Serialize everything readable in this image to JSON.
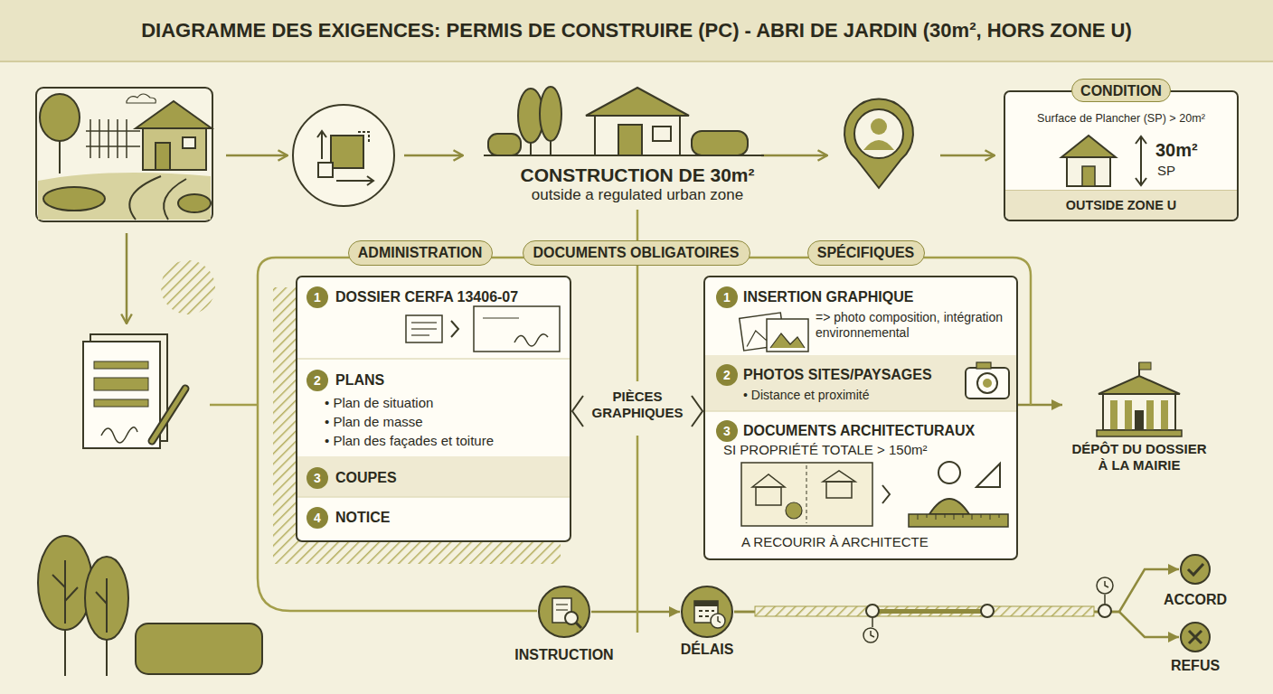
{
  "diagram": {
    "title": "DIAGRAMME DES EXIGENCES: PERMIS DE CONSTRUIRE (PC) - ABRI DE JARDIN (30m², HORS ZONE U)",
    "nodes": [
      {
        "text": [
          "CONDITION",
          "Surface de Plancher (SP) > 20m²",
          "30m²",
          "SP",
          "OUTSIDE ZONE U"
        ]
      },
      {
        "text": [
          "ADMINISTRATION"
        ]
      },
      {
        "text": [
          "DOCUMENTS OBLIGATOIRES"
        ]
      },
      {
        "text": [
          "SPÉCIFIQUES"
        ]
      },
      {
        "text": [
          "DOSSIER CERFA 13406-07",
          "PLANS",
          "• Plan de situation",
          "• Plan de masse",
          "• Plan des façades et toiture",
          "COUPES",
          "NOTICE"
        ]
      },
      {
        "text": [
          "1"
        ],
        "in": 4
      },
      {
        "text": [
          "2"
        ],
        "in": 4
      },
      {
        "text": [
          "3"
        ],
        "in": 4
      },
      {
        "text": [
          "4"
        ],
        "in": 4
      },
      {
        "text": [
          "INSERTION GRAPHIQUE",
          "=> photo composition, intégration environnemental",
          "PHOTOS SITES/PAYSAGES",
          "• Distance et proximité",
          "DOCUMENTS ARCHITECTURAUX",
          "SI PROPRIÉTÉ TOTALE > 150m²",
          "A RECOURIR À ARCHITECTE"
        ]
      },
      {
        "text": [
          "1"
        ],
        "in": 9
      },
      {
        "text": [
          "2"
        ],
        "in": 9
      },
      {
        "text": [
          "3"
        ],
        "in": 9
      },
      {
        "text": [
          "DÉPÔT DU DOSSIER À LA MAIRIE"
        ]
      },
      {
        "text": [
          "INSTRUCTION"
        ]
      },
      {
        "text": [
          "DÉLAIS"
        ]
      },
      {
        "text": [
          "ACCORD"
        ]
      },
      {
        "text": [
          "REFUS"
        ]
      }
    ],
    "edges": [
      {
        "from": 9,
        "to": 13,
        "arrow": "to"
      },
      {
        "from": 14,
        "to": 15,
        "arrow": "to"
      },
      {
        "from": 15,
        "to": 16,
        "arrow": "to"
      },
      {
        "from": 15,
        "to": 17,
        "arrow": "to"
      }
    ],
    "labels": [
      "CONSTRUCTION DE 30m²",
      "outside a regulated urban zone",
      "PIÈCES GRAPHIQUES"
    ]
  }
}
